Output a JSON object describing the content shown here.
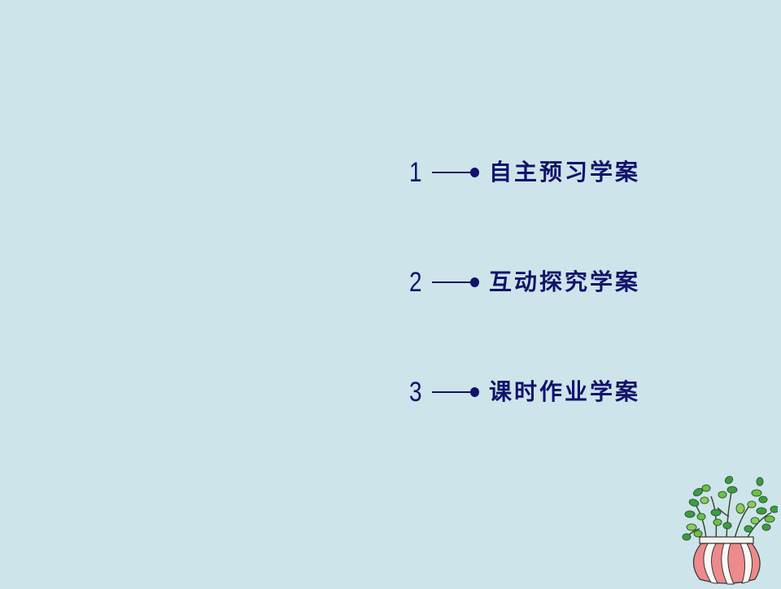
{
  "menu": {
    "items": [
      {
        "number": "1",
        "label": "自主预习学案"
      },
      {
        "number": "2",
        "label": "互动探究学案"
      },
      {
        "number": "3",
        "label": "课时作业学案"
      }
    ]
  },
  "decoration": {
    "icon": "potted-plant-icon"
  },
  "colors": {
    "background": "#cde4eb",
    "text": "#12126a",
    "pot_red": "#ec8a8c",
    "leaf_green": "#4aa84a"
  }
}
